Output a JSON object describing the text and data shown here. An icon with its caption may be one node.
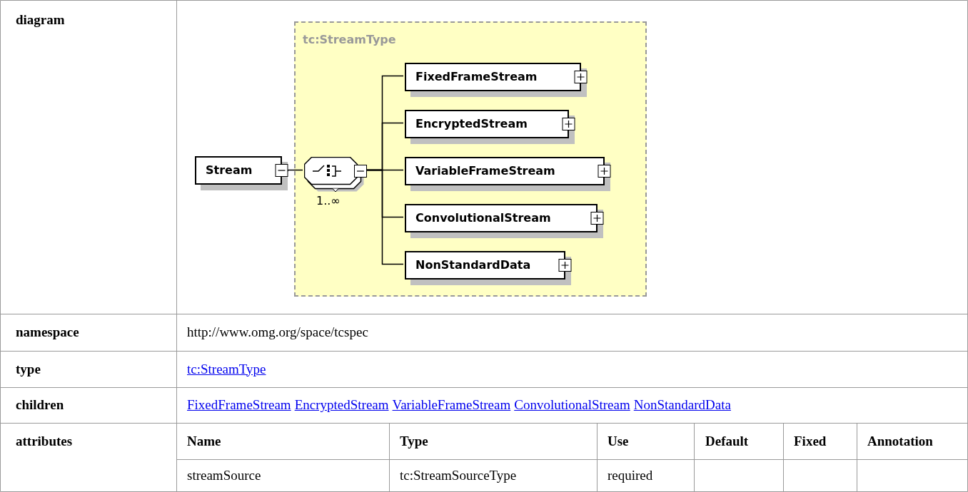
{
  "diagram": {
    "nodes": [
      {
        "text": [
          "Stream"
        ]
      },
      {
        "text": [
          "tc:StreamType"
        ]
      },
      {
        "text": [],
        "shape": "octagon",
        "in": 1,
        "beside": [
          "1..∞"
        ]
      },
      {
        "text": [
          "FixedFrameStream"
        ],
        "in": 1
      },
      {
        "text": [
          "EncryptedStream"
        ],
        "in": 1
      },
      {
        "text": [
          "VariableFrameStream"
        ],
        "in": 1
      },
      {
        "text": [
          "ConvolutionalStream"
        ],
        "in": 1
      },
      {
        "text": [
          "NonStandardData"
        ],
        "in": 1
      }
    ],
    "edges": [
      {
        "from": 0,
        "to": 2,
        "arrow": "none"
      },
      {
        "from": 2,
        "to": 3,
        "arrow": "none"
      },
      {
        "from": 2,
        "to": 4,
        "arrow": "none"
      },
      {
        "from": 2,
        "to": 5,
        "arrow": "none"
      },
      {
        "from": 2,
        "to": 6,
        "arrow": "none"
      },
      {
        "from": 2,
        "to": 7,
        "arrow": "none"
      }
    ],
    "labels": [
      "diagram",
      "namespace",
      "http://www.omg.org/space/tcspec",
      "type",
      "tc:StreamType",
      "children",
      "FixedFrameStream",
      "EncryptedStream",
      "VariableFrameStream",
      "ConvolutionalStream",
      "NonStandardData",
      "attributes",
      "Name",
      "Type",
      "Use",
      "Default",
      "Fixed",
      "Annotation",
      "streamSource",
      "tc:StreamSourceType",
      "required"
    ]
  }
}
